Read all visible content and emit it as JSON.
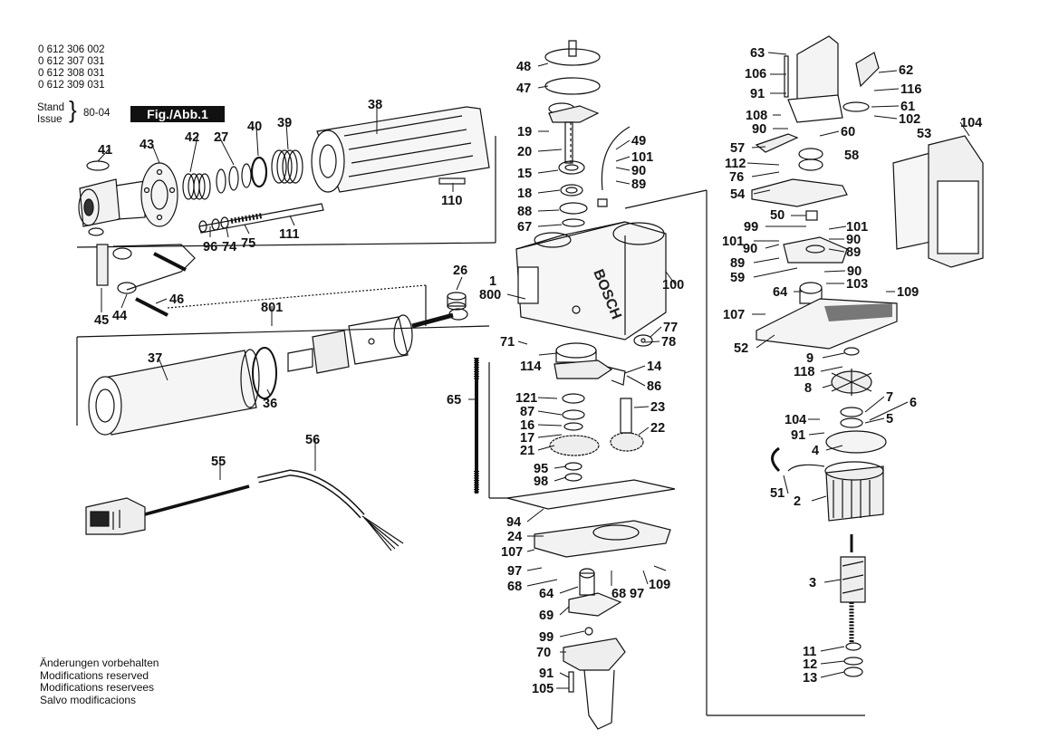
{
  "header": {
    "part_numbers": [
      "0 612 306 002",
      "0 612 307 031",
      "0 612 308 031",
      "0 612 309 031"
    ],
    "stand_label": "Stand",
    "issue_label": "Issue",
    "stand_value": "80-04",
    "figure_label": "Fig./Abb.1"
  },
  "brand_marking": "BOSCH",
  "callouts": [
    {
      "id": "c63",
      "text": "63"
    },
    {
      "id": "c106",
      "text": "106"
    },
    {
      "id": "c91a",
      "text": "91"
    },
    {
      "id": "c62",
      "text": "62"
    },
    {
      "id": "c116",
      "text": "116"
    },
    {
      "id": "c61",
      "text": "61"
    },
    {
      "id": "c102",
      "text": "102"
    },
    {
      "id": "c108",
      "text": "108"
    },
    {
      "id": "c90a",
      "text": "90"
    },
    {
      "id": "c60",
      "text": "60"
    },
    {
      "id": "c104a",
      "text": "104"
    },
    {
      "id": "c53",
      "text": "53"
    },
    {
      "id": "c57",
      "text": "57"
    },
    {
      "id": "c58",
      "text": "58"
    },
    {
      "id": "c112",
      "text": "112"
    },
    {
      "id": "c76",
      "text": "76"
    },
    {
      "id": "c54",
      "text": "54"
    },
    {
      "id": "c50",
      "text": "50"
    },
    {
      "id": "c99a",
      "text": "99"
    },
    {
      "id": "c101a",
      "text": "101"
    },
    {
      "id": "c101b",
      "text": "101"
    },
    {
      "id": "c90b",
      "text": "90"
    },
    {
      "id": "c90c",
      "text": "90"
    },
    {
      "id": "c89a",
      "text": "89"
    },
    {
      "id": "c89b",
      "text": "89"
    },
    {
      "id": "c59",
      "text": "59"
    },
    {
      "id": "c90d",
      "text": "90"
    },
    {
      "id": "c103",
      "text": "103"
    },
    {
      "id": "c64a",
      "text": "64"
    },
    {
      "id": "c109a",
      "text": "109"
    },
    {
      "id": "c107a",
      "text": "107"
    },
    {
      "id": "c52",
      "text": "52"
    },
    {
      "id": "c9",
      "text": "9"
    },
    {
      "id": "c118",
      "text": "118"
    },
    {
      "id": "c8",
      "text": "8"
    },
    {
      "id": "c7",
      "text": "7"
    },
    {
      "id": "c6",
      "text": "6"
    },
    {
      "id": "c104b",
      "text": "104"
    },
    {
      "id": "c5",
      "text": "5"
    },
    {
      "id": "c91b",
      "text": "91"
    },
    {
      "id": "c4",
      "text": "4"
    },
    {
      "id": "c51",
      "text": "51"
    },
    {
      "id": "c2",
      "text": "2"
    },
    {
      "id": "c3",
      "text": "3"
    },
    {
      "id": "c11",
      "text": "11"
    },
    {
      "id": "c12",
      "text": "12"
    },
    {
      "id": "c13",
      "text": "13"
    },
    {
      "id": "c48",
      "text": "48"
    },
    {
      "id": "c47",
      "text": "47"
    },
    {
      "id": "c19",
      "text": "19"
    },
    {
      "id": "c49",
      "text": "49"
    },
    {
      "id": "c20",
      "text": "20"
    },
    {
      "id": "c101c",
      "text": "101"
    },
    {
      "id": "c15",
      "text": "15"
    },
    {
      "id": "c90e",
      "text": "90"
    },
    {
      "id": "c89c",
      "text": "89"
    },
    {
      "id": "c18",
      "text": "18"
    },
    {
      "id": "c88",
      "text": "88"
    },
    {
      "id": "c67",
      "text": "67"
    },
    {
      "id": "c1",
      "text": "1"
    },
    {
      "id": "c800",
      "text": "800"
    },
    {
      "id": "c100",
      "text": "100"
    },
    {
      "id": "c26",
      "text": "26"
    },
    {
      "id": "c77",
      "text": "77"
    },
    {
      "id": "c78",
      "text": "78"
    },
    {
      "id": "c71",
      "text": "71"
    },
    {
      "id": "c114",
      "text": "114"
    },
    {
      "id": "c14",
      "text": "14"
    },
    {
      "id": "c86",
      "text": "86"
    },
    {
      "id": "c65",
      "text": "65"
    },
    {
      "id": "c121",
      "text": "121"
    },
    {
      "id": "c87",
      "text": "87"
    },
    {
      "id": "c23",
      "text": "23"
    },
    {
      "id": "c16",
      "text": "16"
    },
    {
      "id": "c22",
      "text": "22"
    },
    {
      "id": "c17",
      "text": "17"
    },
    {
      "id": "c21",
      "text": "21"
    },
    {
      "id": "c95",
      "text": "95"
    },
    {
      "id": "c98",
      "text": "98"
    },
    {
      "id": "c94",
      "text": "94"
    },
    {
      "id": "c24",
      "text": "24"
    },
    {
      "id": "c107b",
      "text": "107"
    },
    {
      "id": "c97a",
      "text": "97"
    },
    {
      "id": "c68a",
      "text": "68"
    },
    {
      "id": "c64b",
      "text": "64"
    },
    {
      "id": "c68b",
      "text": "68"
    },
    {
      "id": "c97b",
      "text": "97"
    },
    {
      "id": "c109b",
      "text": "109"
    },
    {
      "id": "c69",
      "text": "69"
    },
    {
      "id": "c99b",
      "text": "99"
    },
    {
      "id": "c70",
      "text": "70"
    },
    {
      "id": "c91c",
      "text": "91"
    },
    {
      "id": "c105",
      "text": "105"
    },
    {
      "id": "c41",
      "text": "41"
    },
    {
      "id": "c43",
      "text": "43"
    },
    {
      "id": "c42",
      "text": "42"
    },
    {
      "id": "c27",
      "text": "27"
    },
    {
      "id": "c40",
      "text": "40"
    },
    {
      "id": "c39",
      "text": "39"
    },
    {
      "id": "c38",
      "text": "38"
    },
    {
      "id": "c110",
      "text": "110"
    },
    {
      "id": "c96",
      "text": "96"
    },
    {
      "id": "c74",
      "text": "74"
    },
    {
      "id": "c75",
      "text": "75"
    },
    {
      "id": "c111",
      "text": "111"
    },
    {
      "id": "c45",
      "text": "45"
    },
    {
      "id": "c44",
      "text": "44"
    },
    {
      "id": "c46",
      "text": "46"
    },
    {
      "id": "c801",
      "text": "801"
    },
    {
      "id": "c37",
      "text": "37"
    },
    {
      "id": "c36",
      "text": "36"
    },
    {
      "id": "c55",
      "text": "55"
    },
    {
      "id": "c56",
      "text": "56"
    }
  ],
  "modifications_notice": [
    "Änderungen vorbehalten",
    "Modifications reserved",
    "Modifications reservees",
    "Salvo modificacions"
  ]
}
